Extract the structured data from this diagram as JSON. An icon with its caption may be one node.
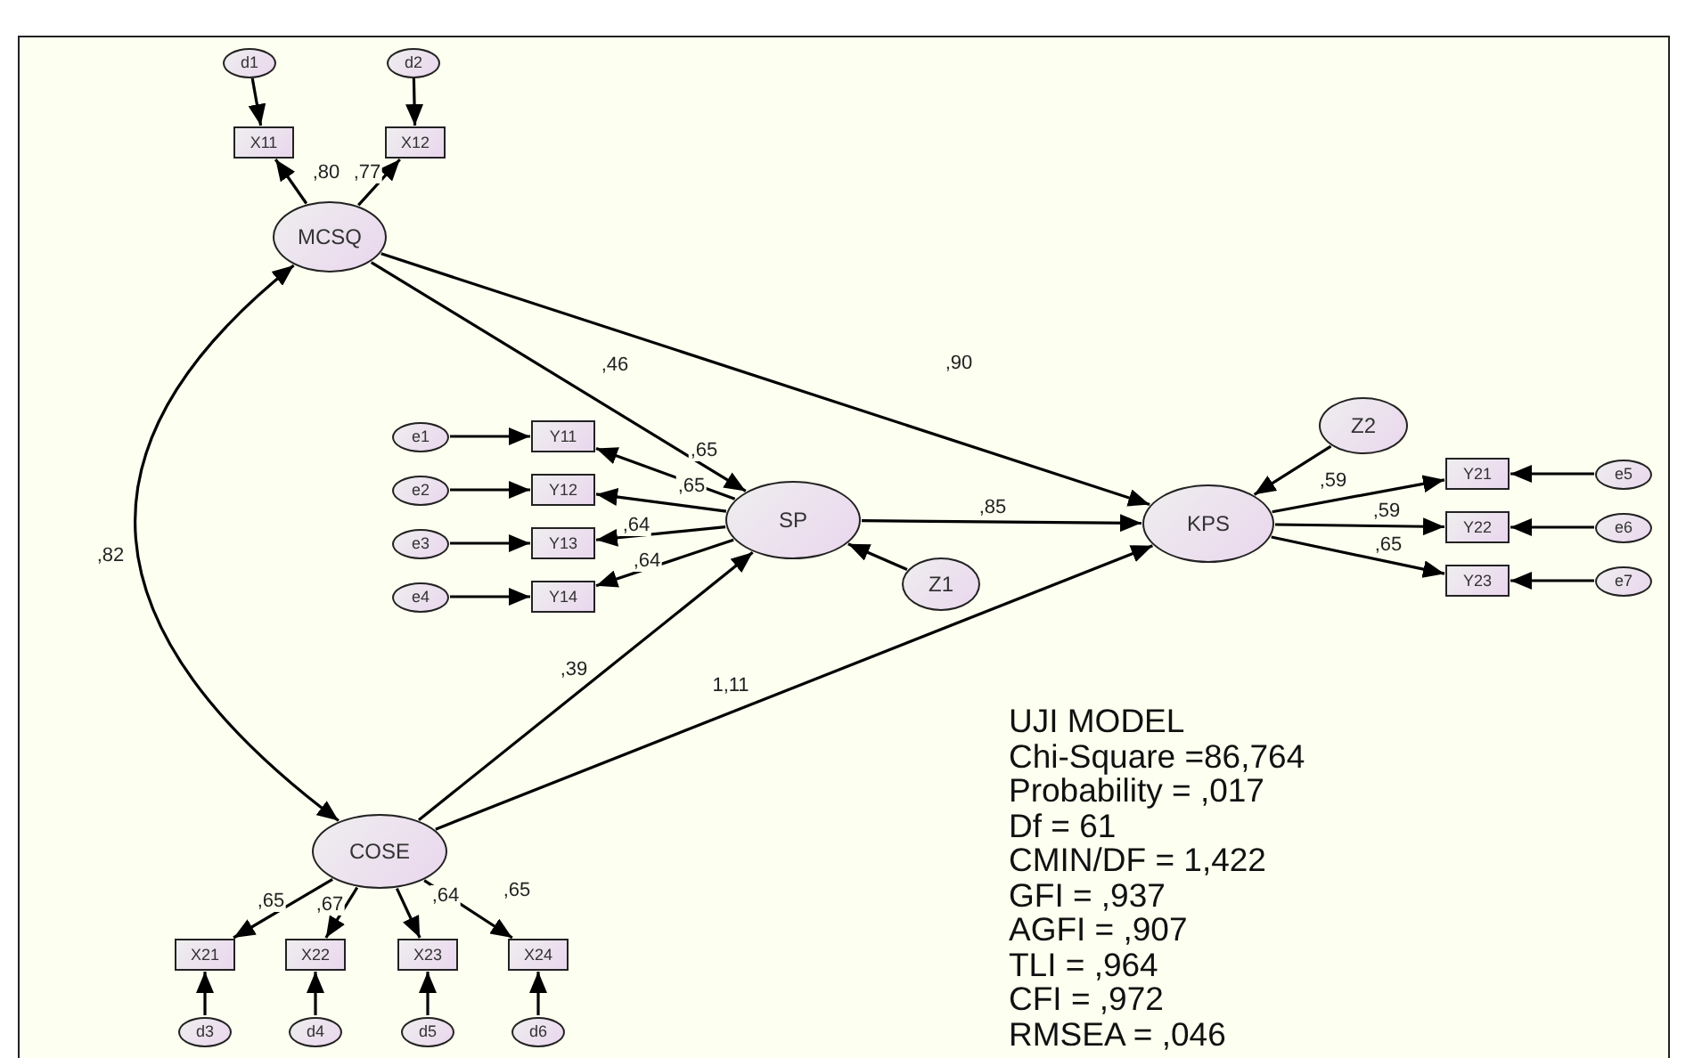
{
  "diagram": {
    "nodes": [
      {
        "text": [
          "d1"
        ]
      },
      {
        "text": [
          "d2"
        ]
      },
      {
        "text": [
          "X11"
        ]
      },
      {
        "text": [
          "X12"
        ]
      },
      {
        "text": [
          "MCSQ"
        ]
      },
      {
        "text": [
          "e1"
        ]
      },
      {
        "text": [
          "Y11"
        ]
      },
      {
        "text": [
          "e2"
        ]
      },
      {
        "text": [
          "Y12"
        ]
      },
      {
        "text": [
          "e3"
        ]
      },
      {
        "text": [
          "Y13"
        ]
      },
      {
        "text": [
          "e4"
        ]
      },
      {
        "text": [
          "Y14"
        ]
      },
      {
        "text": [
          "SP"
        ]
      },
      {
        "text": [
          "Z1"
        ]
      },
      {
        "text": [
          "Z2"
        ]
      },
      {
        "text": [
          "KPS"
        ]
      },
      {
        "text": [
          "Y21"
        ]
      },
      {
        "text": [
          "e5"
        ]
      },
      {
        "text": [
          "Y22"
        ]
      },
      {
        "text": [
          "e6"
        ]
      },
      {
        "text": [
          "Y23"
        ]
      },
      {
        "text": [
          "e7"
        ]
      },
      {
        "text": [
          "COSE"
        ]
      },
      {
        "text": [
          "X21"
        ]
      },
      {
        "text": [
          "X22"
        ]
      },
      {
        "text": [
          "X23"
        ]
      },
      {
        "text": [
          "X24"
        ]
      },
      {
        "text": [
          "d3"
        ]
      },
      {
        "text": [
          "d4"
        ]
      },
      {
        "text": [
          "d5"
        ]
      },
      {
        "text": [
          "d6"
        ]
      }
    ],
    "edges": [
      {
        "from": 0,
        "to": 2,
        "arrow": "to"
      },
      {
        "from": 1,
        "to": 3,
        "arrow": "to"
      },
      {
        "from": 4,
        "to": 2,
        "arrow": "to",
        "label": ",80"
      },
      {
        "from": 4,
        "to": 3,
        "arrow": "to",
        "label": ",77"
      },
      {
        "from": 4,
        "to": 13,
        "arrow": "to",
        "label": ",46"
      },
      {
        "from": 4,
        "to": 16,
        "arrow": "to",
        "label": ",90"
      },
      {
        "from": 5,
        "to": 6,
        "arrow": "to"
      },
      {
        "from": 7,
        "to": 8,
        "arrow": "to"
      },
      {
        "from": 9,
        "to": 10,
        "arrow": "to"
      },
      {
        "from": 11,
        "to": 12,
        "arrow": "to"
      },
      {
        "from": 13,
        "to": 6,
        "arrow": "to",
        "label": ",65"
      },
      {
        "from": 13,
        "to": 8,
        "arrow": "to",
        "label": ",65"
      },
      {
        "from": 13,
        "to": 10,
        "arrow": "to",
        "label": ",64"
      },
      {
        "from": 13,
        "to": 12,
        "arrow": "to",
        "label": ",64"
      },
      {
        "from": 14,
        "to": 13,
        "arrow": "to"
      },
      {
        "from": 13,
        "to": 16,
        "arrow": "to",
        "label": ",85"
      },
      {
        "from": 15,
        "to": 16,
        "arrow": "to"
      },
      {
        "from": 16,
        "to": 17,
        "arrow": "to",
        "label": ",59"
      },
      {
        "from": 16,
        "to": 19,
        "arrow": "to",
        "label": ",59"
      },
      {
        "from": 16,
        "to": 21,
        "arrow": "to",
        "label": ",65"
      },
      {
        "from": 18,
        "to": 17,
        "arrow": "to"
      },
      {
        "from": 20,
        "to": 19,
        "arrow": "to"
      },
      {
        "from": 22,
        "to": 21,
        "arrow": "to"
      },
      {
        "from": 23,
        "to": 4,
        "arrow": "both",
        "label": ",82"
      },
      {
        "from": 23,
        "to": 13,
        "arrow": "to",
        "label": ",39"
      },
      {
        "from": 23,
        "to": 16,
        "arrow": "to",
        "label": "1,11"
      },
      {
        "from": 23,
        "to": 24,
        "arrow": "to",
        "label": ",65"
      },
      {
        "from": 23,
        "to": 25,
        "arrow": "to",
        "label": ",67"
      },
      {
        "from": 23,
        "to": 26,
        "arrow": "to",
        "label": ",64"
      },
      {
        "from": 23,
        "to": 27,
        "arrow": "to",
        "label": ",65"
      },
      {
        "from": 28,
        "to": 24,
        "arrow": "to"
      },
      {
        "from": 29,
        "to": 25,
        "arrow": "to"
      },
      {
        "from": 30,
        "to": 26,
        "arrow": "to"
      },
      {
        "from": 31,
        "to": 27,
        "arrow": "to"
      }
    ],
    "labels": [
      "UJI MODEL",
      "Chi-Square =86,764",
      "Probability = ,017",
      "Df = 61",
      "CMIN/DF = 1,422",
      "GFI = ,937",
      "AGFI = ,907",
      "TLI = ,964",
      "CFI = ,972",
      "RMSEA = ,046"
    ]
  }
}
